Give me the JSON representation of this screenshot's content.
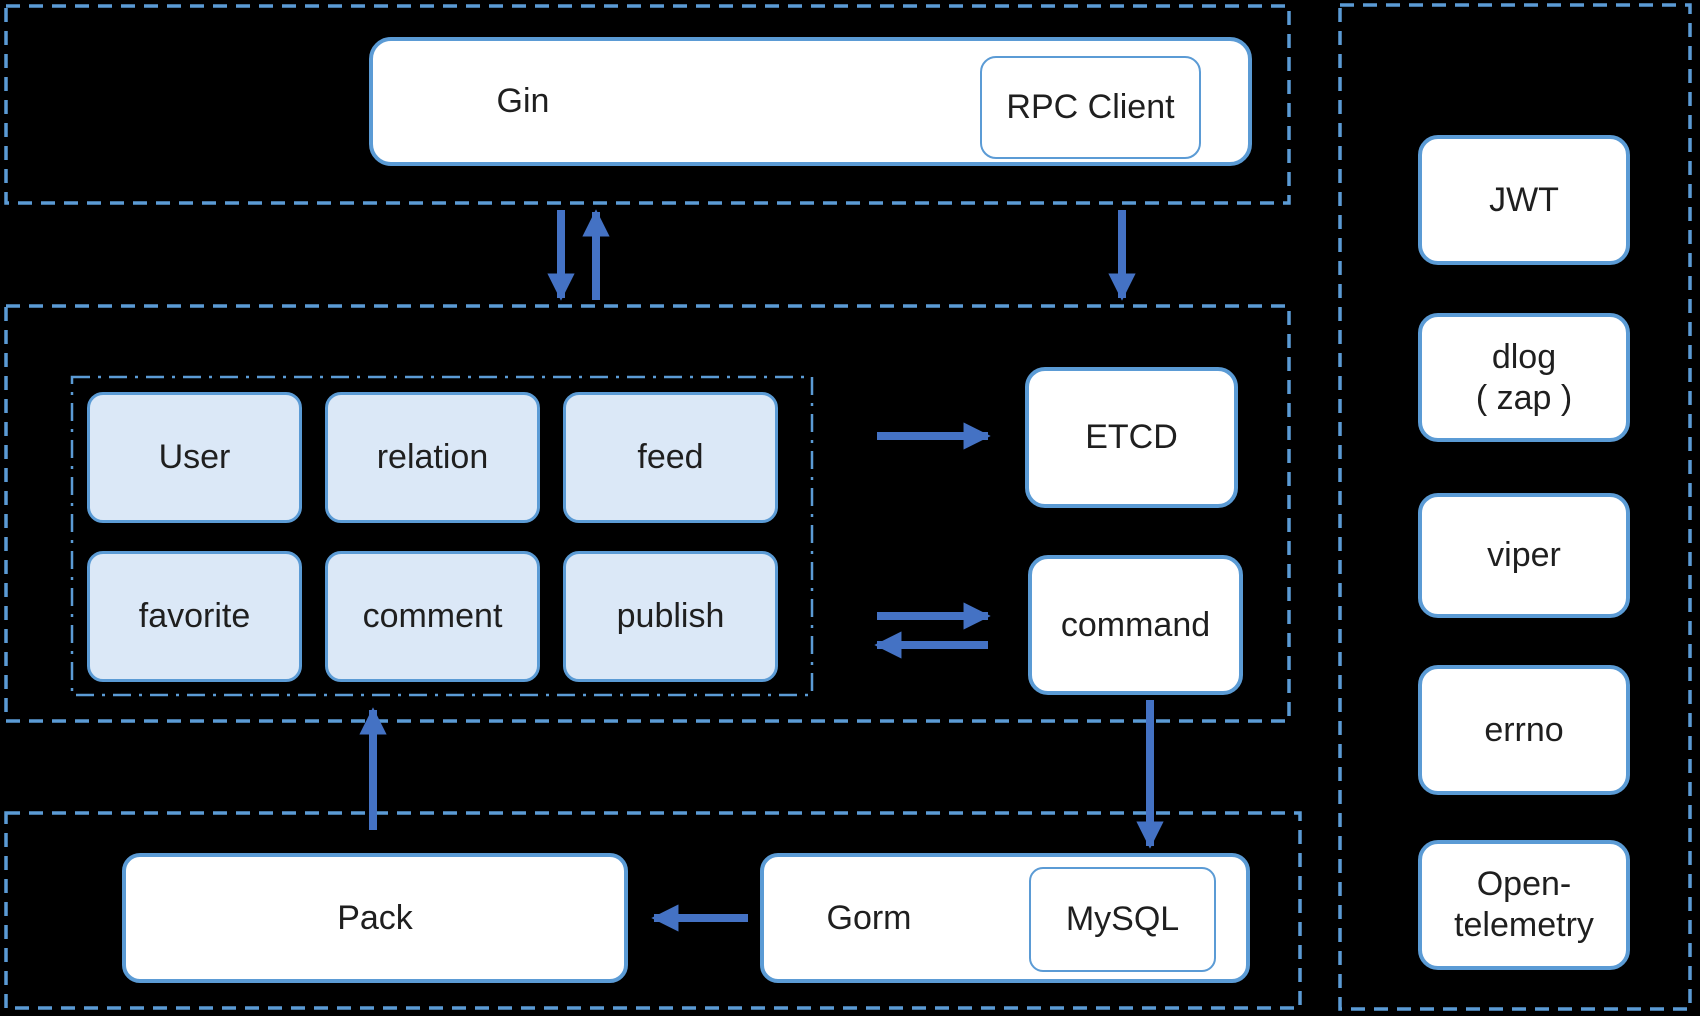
{
  "diagram": {
    "colors": {
      "background": "#000000",
      "dashed_border": "#5b9bd5",
      "box_border": "#5b9bd5",
      "box_fill": "#ffffff",
      "service_box_fill": "#dbe8f7",
      "arrow": "#4472c4",
      "text": "#1f1f1f"
    },
    "gateway_layer": {
      "gin": "Gin",
      "rpc_client": "RPC Client"
    },
    "service_layer": {
      "services": [
        "User",
        "relation",
        "feed",
        "favorite",
        "comment",
        "publish"
      ],
      "etcd": "ETCD",
      "command": "command"
    },
    "data_layer": {
      "pack": "Pack",
      "gorm": "Gorm",
      "mysql": "MySQL"
    },
    "sidebar": {
      "items": [
        "JWT",
        "dlog\n( zap )",
        "viper",
        "errno",
        "Open-\ntelemetry"
      ]
    }
  }
}
